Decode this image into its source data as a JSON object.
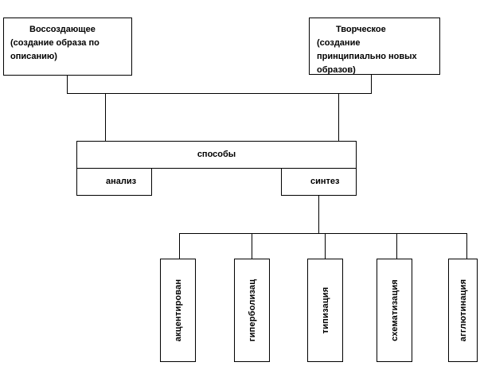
{
  "top_left": {
    "line1": "Воссоздающее",
    "line2": "(создание образа по",
    "line3": "описанию)"
  },
  "top_right": {
    "line1": "Творческое",
    "line2": "(создание",
    "line3": "принципиально новых",
    "line4": "образов)"
  },
  "methods": {
    "title": "способы",
    "analysis": "анализ",
    "synthesis": "синтез"
  },
  "techniques": [
    "акцентирован",
    "гиперболизац",
    "типизация",
    "схематизация",
    "агглютинация"
  ]
}
